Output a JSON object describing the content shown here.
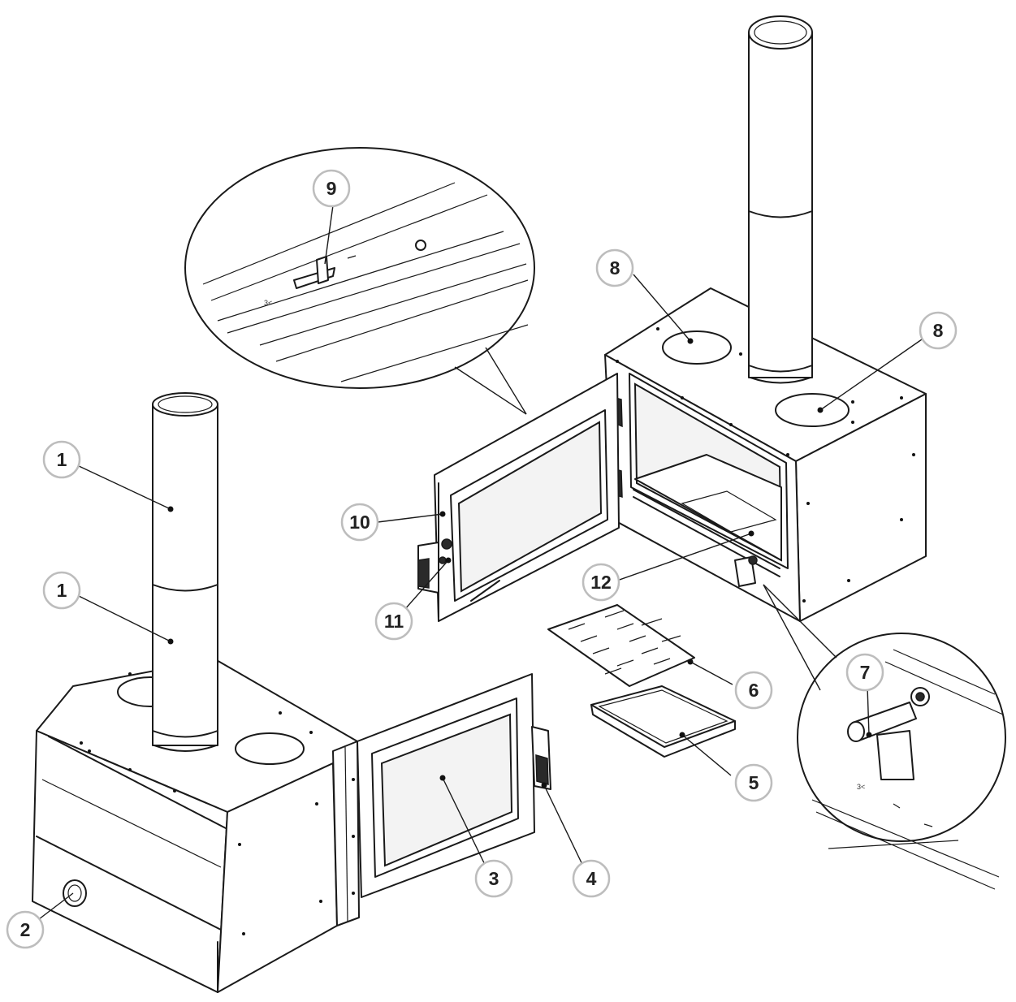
{
  "callouts": [
    {
      "id": "pipe-upper",
      "label": "1"
    },
    {
      "id": "pipe-lower",
      "label": "1"
    },
    {
      "id": "air-inlet",
      "label": "2"
    },
    {
      "id": "door-glass",
      "label": "3"
    },
    {
      "id": "door-handle",
      "label": "4"
    },
    {
      "id": "ash-tray",
      "label": "5"
    },
    {
      "id": "grate",
      "label": "6"
    },
    {
      "id": "latch-pin",
      "label": "7"
    },
    {
      "id": "top-plate-left",
      "label": "8"
    },
    {
      "id": "top-plate-right",
      "label": "8"
    },
    {
      "id": "hinge-slot",
      "label": "9"
    },
    {
      "id": "door-frame",
      "label": "10"
    },
    {
      "id": "door-latch",
      "label": "11"
    },
    {
      "id": "firebox-floor",
      "label": "12"
    }
  ],
  "detail_marks": {
    "hinge_detail": "3<",
    "latch_detail": "3<"
  }
}
